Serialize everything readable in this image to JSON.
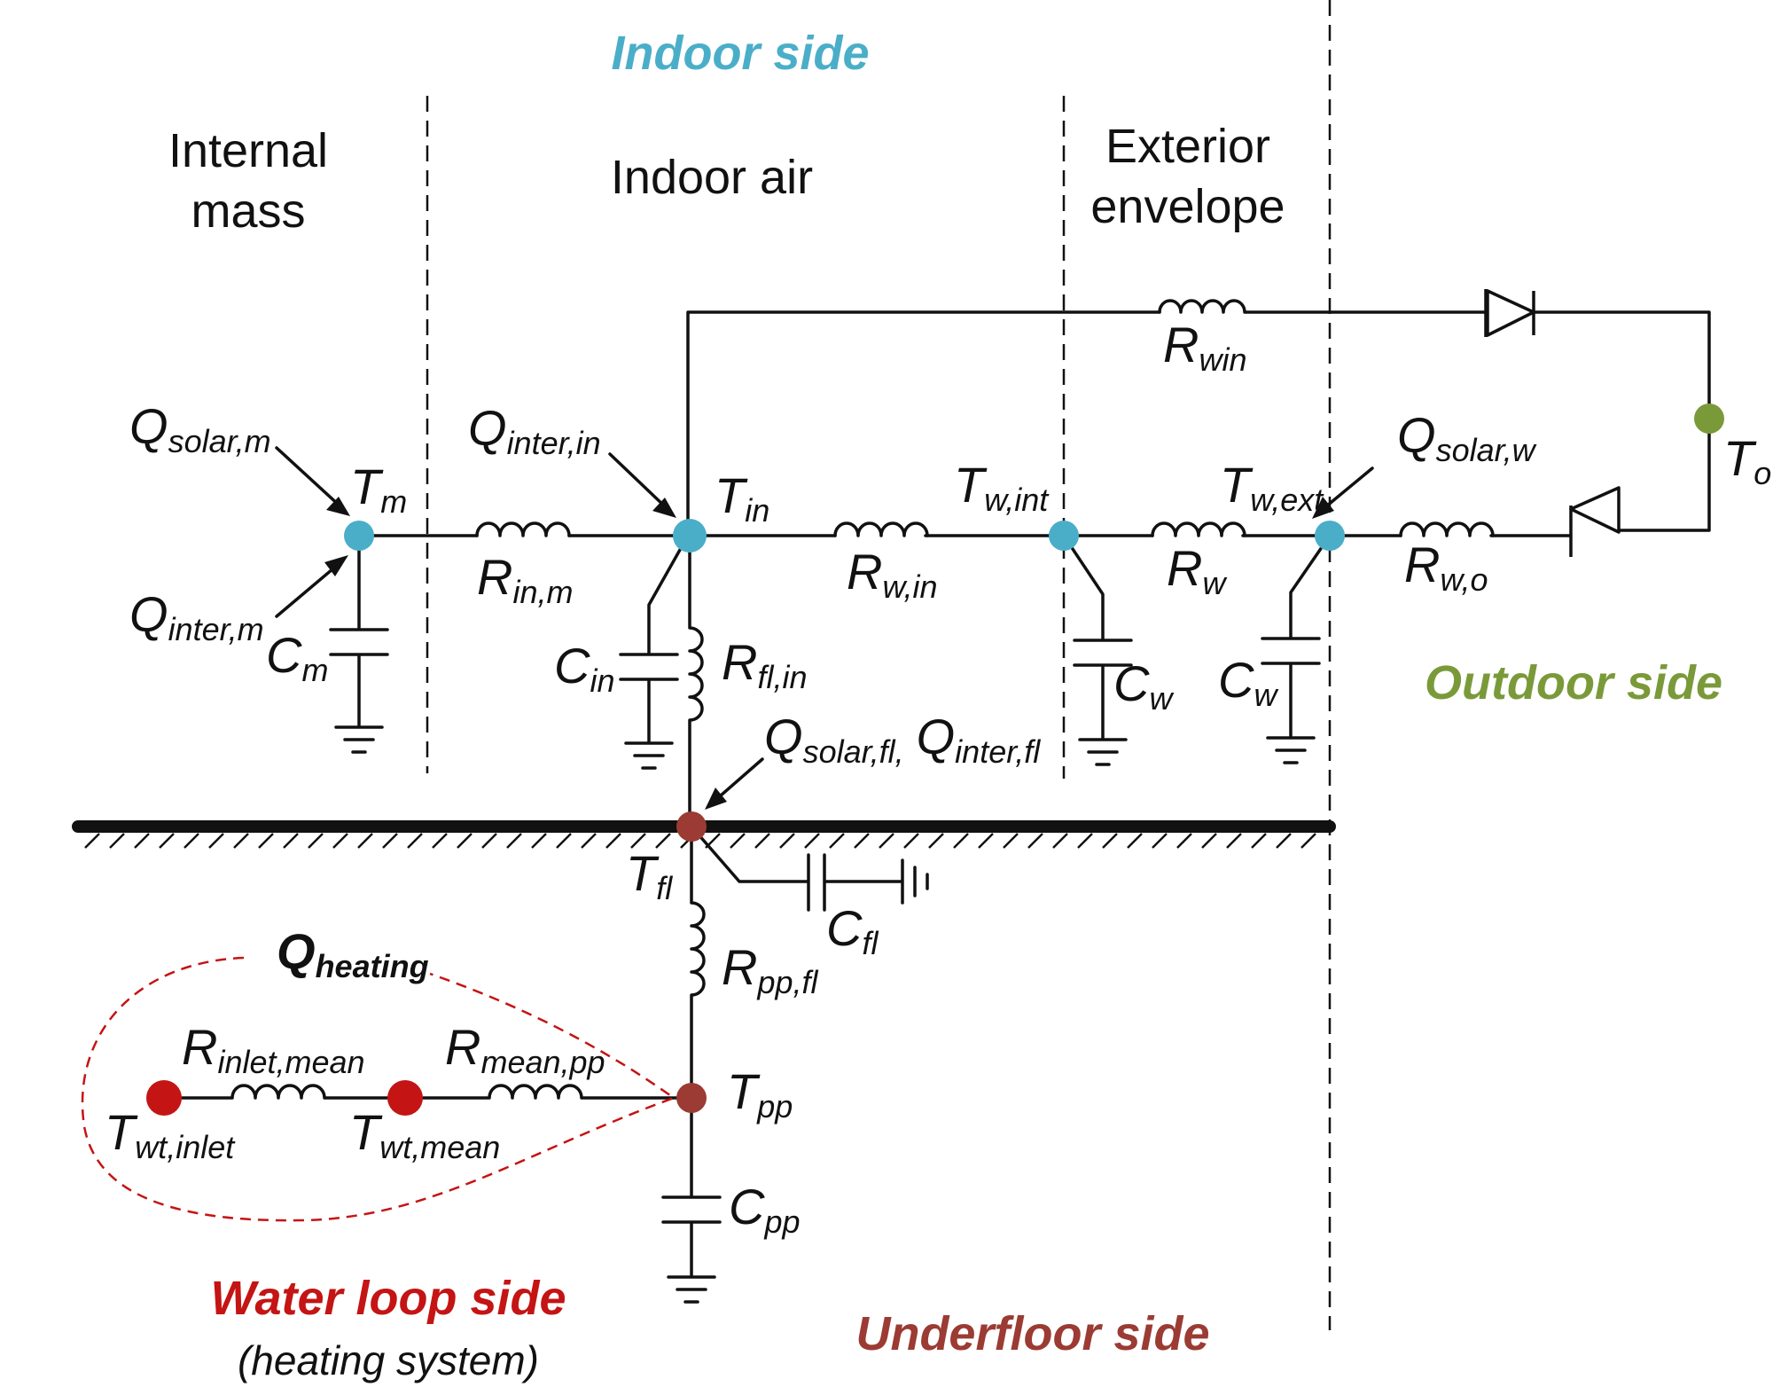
{
  "regions": {
    "indoor_side": "Indoor side",
    "outdoor_side": "Outdoor side",
    "water_loop_side": "Water loop side",
    "heating_system": "(heating system)",
    "underfloor_side": "Underfloor side"
  },
  "zones": {
    "internal_mass_l1": "Internal",
    "internal_mass_l2": "mass",
    "indoor_air": "Indoor air",
    "exterior_envelope_l1": "Exterior",
    "exterior_envelope_l2": "envelope"
  },
  "labels": {
    "q_solar_m": {
      "main": "Q",
      "sub": "solar,m"
    },
    "q_inter_m": {
      "main": "Q",
      "sub": "inter,m"
    },
    "t_m": {
      "main": "T",
      "sub": "m"
    },
    "c_m": {
      "main": "C",
      "sub": "m"
    },
    "r_in_m": {
      "main": "R",
      "sub": "in,m"
    },
    "q_inter_in": {
      "main": "Q",
      "sub": "inter,in"
    },
    "t_in": {
      "main": "T",
      "sub": "in"
    },
    "c_in": {
      "main": "C",
      "sub": "in"
    },
    "r_fl_in": {
      "main": "R",
      "sub": "fl,in"
    },
    "r_w_in": {
      "main": "R",
      "sub": "w,in"
    },
    "t_w_int": {
      "main": "T",
      "sub": "w,int"
    },
    "c_w_1": {
      "main": "C",
      "sub": "w"
    },
    "r_w": {
      "main": "R",
      "sub": "w"
    },
    "t_w_ext": {
      "main": "T",
      "sub": "w,ext"
    },
    "c_w_2": {
      "main": "C",
      "sub": "w"
    },
    "q_solar_w": {
      "main": "Q",
      "sub": "solar,w"
    },
    "r_w_o": {
      "main": "R",
      "sub": "w,o"
    },
    "r_win": {
      "main": "R",
      "sub": "win"
    },
    "t_o": {
      "main": "T",
      "sub": "o"
    },
    "q_solar_fl": {
      "main": "Q",
      "sub": "solar,fl,"
    },
    "q_inter_fl": {
      "main": "Q",
      "sub": "inter,fl"
    },
    "t_fl": {
      "main": "T",
      "sub": "fl"
    },
    "c_fl": {
      "main": "C",
      "sub": "fl"
    },
    "r_pp_fl": {
      "main": "R",
      "sub": "pp,fl"
    },
    "t_pp": {
      "main": "T",
      "sub": "pp"
    },
    "c_pp": {
      "main": "C",
      "sub": "pp"
    },
    "q_heating": {
      "main": "Q",
      "sub": "heating"
    },
    "r_inlet_mean": {
      "main": "R",
      "sub": "inlet,mean"
    },
    "r_mean_pp": {
      "main": "R",
      "sub": "mean,pp"
    },
    "t_wt_inlet": {
      "main": "T",
      "sub": "wt,inlet"
    },
    "t_wt_mean": {
      "main": "T",
      "sub": "wt,mean"
    }
  },
  "colors": {
    "indoor": "#4aaec9",
    "outdoor": "#7a9a3a",
    "water": "#c41414",
    "underfloor": "#9b3b33",
    "ink": "#111111"
  }
}
